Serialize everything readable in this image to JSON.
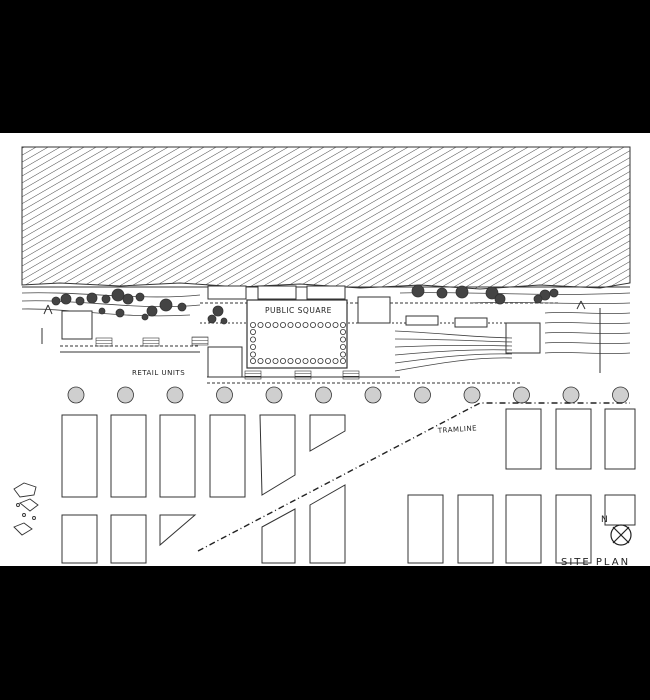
{
  "labels": {
    "public_square": "PUBLIC SQUARE",
    "retail_units": "RETAIL UNITS",
    "tramline": "TRAMLINE",
    "site_plan": "SITE PLAN",
    "north": "N"
  },
  "colors": {
    "background": "#000000",
    "paper": "#ffffff",
    "ink": "#222222",
    "tree_fill": "#cfcfcf",
    "canopy_fill": "#444444"
  },
  "icons": {
    "north_arrow": "north-arrow-icon",
    "street_tree": "street-tree-icon",
    "tree_canopy": "tree-canopy-icon",
    "rock_cluster": "rock-cluster-icon"
  }
}
